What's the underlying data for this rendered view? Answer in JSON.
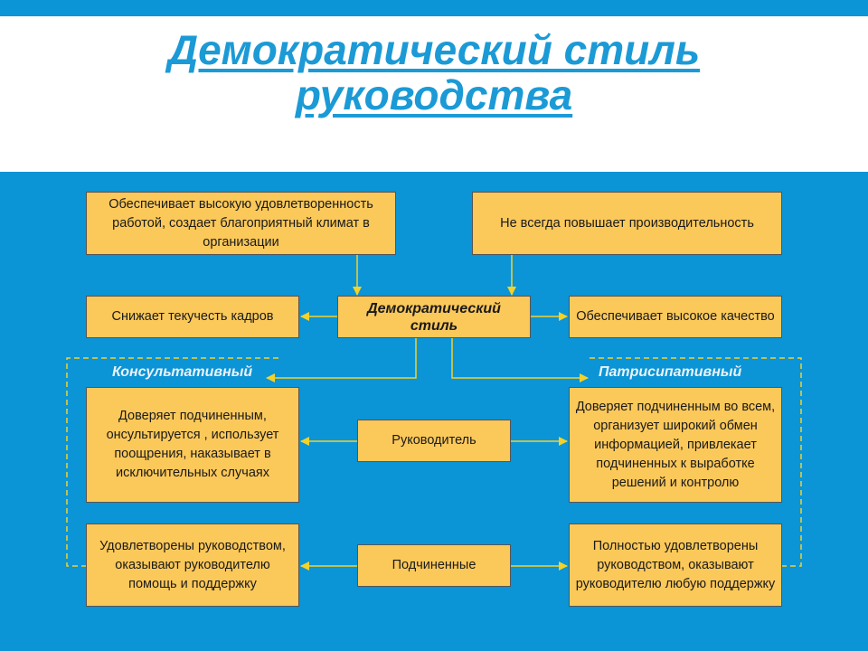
{
  "title": {
    "line1": "Демократический стиль",
    "line2": "руководства"
  },
  "colors": {
    "background": "#0b94d6",
    "title": "#1b9ad6",
    "box_fill": "#fbc85a",
    "connector": "#f5d22a"
  },
  "boxes": {
    "top_left": "Обеспечивает высокую удовлетворенность работой, создает благоприятный климат в организации",
    "top_right": "Не всегда повышает производительность",
    "left_mid": "Снижает текучесть кадров",
    "center": "Демократический стиль",
    "right_mid": "Обеспечивает высокое качество",
    "consult_leader": "Доверяет подчиненным, онсультируется , использует поощрения, наказывает в исключительных случаях",
    "leader": "Руководитель",
    "partic_leader": "Доверяет подчиненным во всем, организует широкий обмен информацией, привлекает подчиненных к выработке решений и контролю",
    "consult_sub": "Удовлетворены руководством, оказывают руководителю помощь и поддержку",
    "subordinates": "Подчиненные",
    "partic_sub": "Полностью удовлетворены руководством, оказывают руководителю любую поддержку"
  },
  "groups": {
    "consultative": "Консультативный",
    "participative": "Патрисипативный"
  }
}
